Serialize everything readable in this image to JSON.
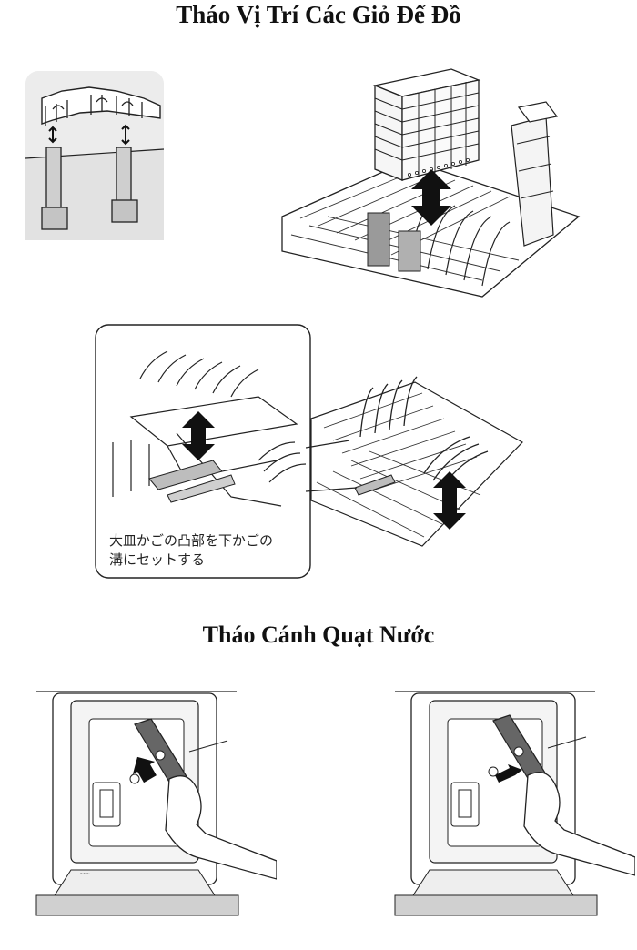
{
  "sections": [
    {
      "title": "Tháo Vị Trí Các Giỏ Để Đồ"
    },
    {
      "title": "Tháo Cánh Quạt Nước"
    }
  ],
  "callout": {
    "caption_line1": "大皿かごの凸部を下かごの",
    "caption_line2": "溝にセットする"
  },
  "brand_mark": "~~~",
  "colors": {
    "line": "#222222",
    "fill_light": "#f2f2f2",
    "fill_gray": "#9a9a9a",
    "inset_bg": "#eeeeee"
  }
}
